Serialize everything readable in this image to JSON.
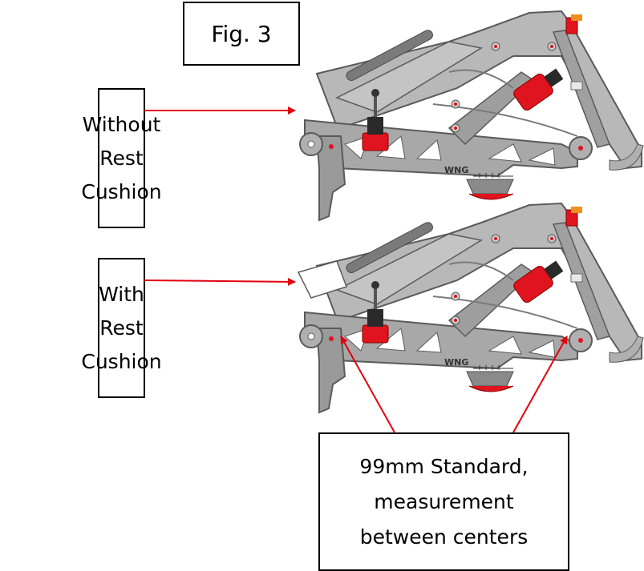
{
  "figure_label": "Fig. 3",
  "label_without": [
    "Without",
    "Rest",
    "Cushion"
  ],
  "label_with": [
    "With",
    "Rest",
    "Cushion"
  ],
  "note": [
    "99mm Standard,",
    "measurement",
    "between centers"
  ],
  "engraving": "WNG",
  "colors": {
    "arrow": "#e3000f",
    "frame": "#a3a3a3",
    "frame_dark": "#5a5a5a",
    "accent_red": "#e0141e",
    "accent_orange": "#f0901c"
  }
}
